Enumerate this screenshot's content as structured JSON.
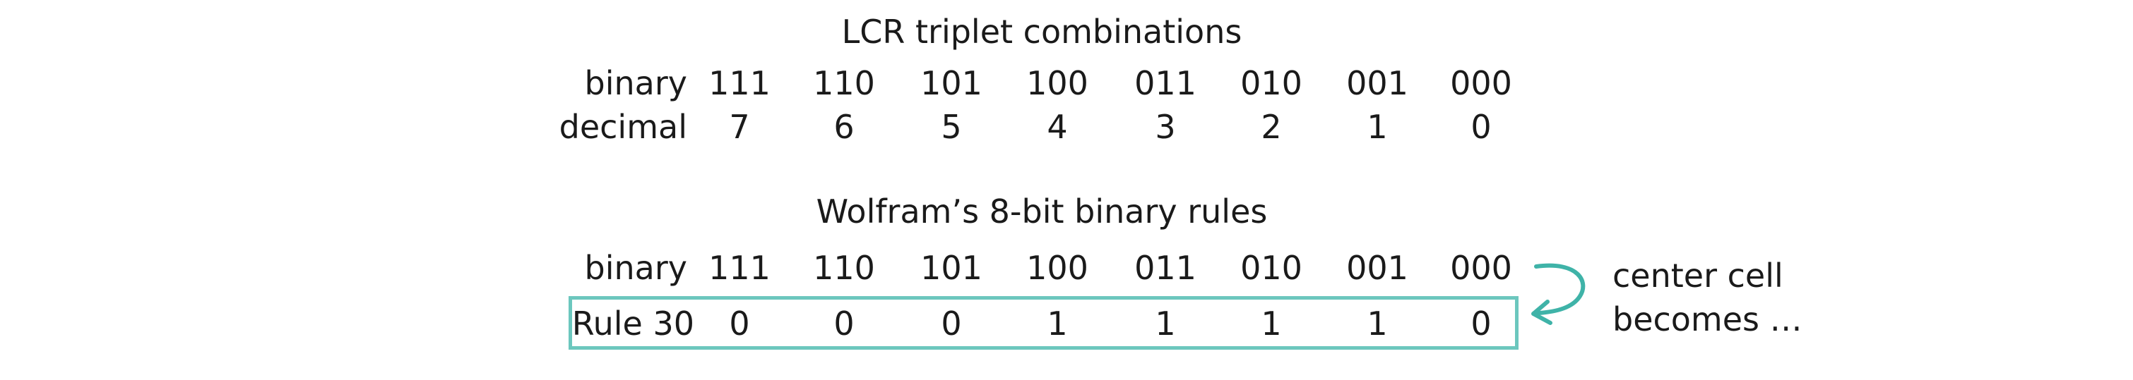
{
  "section1": {
    "title": "LCR triplet combinations",
    "binary_label": "binary",
    "decimal_label": "decimal",
    "binary": [
      "111",
      "110",
      "101",
      "100",
      "011",
      "010",
      "001",
      "000"
    ],
    "decimal": [
      "7",
      "6",
      "5",
      "4",
      "3",
      "2",
      "1",
      "0"
    ]
  },
  "section2": {
    "title": "Wolfram’s 8-bit binary rules",
    "binary_label": "binary",
    "rule_label": "Rule 30",
    "binary": [
      "111",
      "110",
      "101",
      "100",
      "011",
      "010",
      "001",
      "000"
    ],
    "rule": [
      "0",
      "0",
      "0",
      "1",
      "1",
      "1",
      "1",
      "0"
    ],
    "note_line1": "center cell",
    "note_line2": "becomes …"
  },
  "colors": {
    "accent": "#3fb3a8",
    "box": "#6cc7be",
    "text": "#1a1a1a"
  },
  "icons": {
    "curved_arrow": "curved-arrow-icon"
  }
}
